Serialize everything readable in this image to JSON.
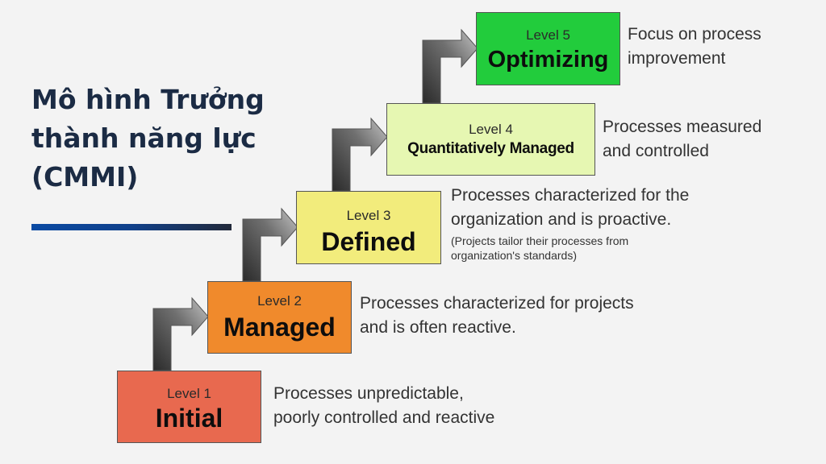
{
  "title": {
    "lines": [
      "Mô hình Trưởng",
      "thành năng lực",
      "(CMMI)"
    ]
  },
  "colors": {
    "title_text": "#1b2b44",
    "rule_start": "#0a4aa3",
    "rule_end": "#22293a",
    "background": "#f3f3f3",
    "arrow_dark": "#2e2e2e",
    "arrow_light": "#bdbdbd"
  },
  "levels": [
    {
      "level_label": "Level 1",
      "name": "Initial",
      "color": "#e8694f",
      "description": [
        "Processes unpredictable,",
        "poorly controlled and reactive"
      ],
      "note": []
    },
    {
      "level_label": "Level 2",
      "name": "Managed",
      "color": "#f08a2c",
      "description": [
        "Processes characterized for projects",
        "and is often reactive."
      ],
      "note": []
    },
    {
      "level_label": "Level 3",
      "name": "Defined",
      "color": "#f2ec7c",
      "description": [
        "Processes characterized for the",
        "organization and is proactive."
      ],
      "note": [
        "(Projects tailor their processes from",
        "organization's standards)"
      ]
    },
    {
      "level_label": "Level 4",
      "name": "Quantitatively Managed",
      "color": "#e6f7b2",
      "description": [
        "Processes measured",
        "and controlled"
      ],
      "note": []
    },
    {
      "level_label": "Level 5",
      "name": "Optimizing",
      "color": "#22cc3c",
      "description": [
        "Focus on process",
        "improvement"
      ],
      "note": []
    }
  ]
}
